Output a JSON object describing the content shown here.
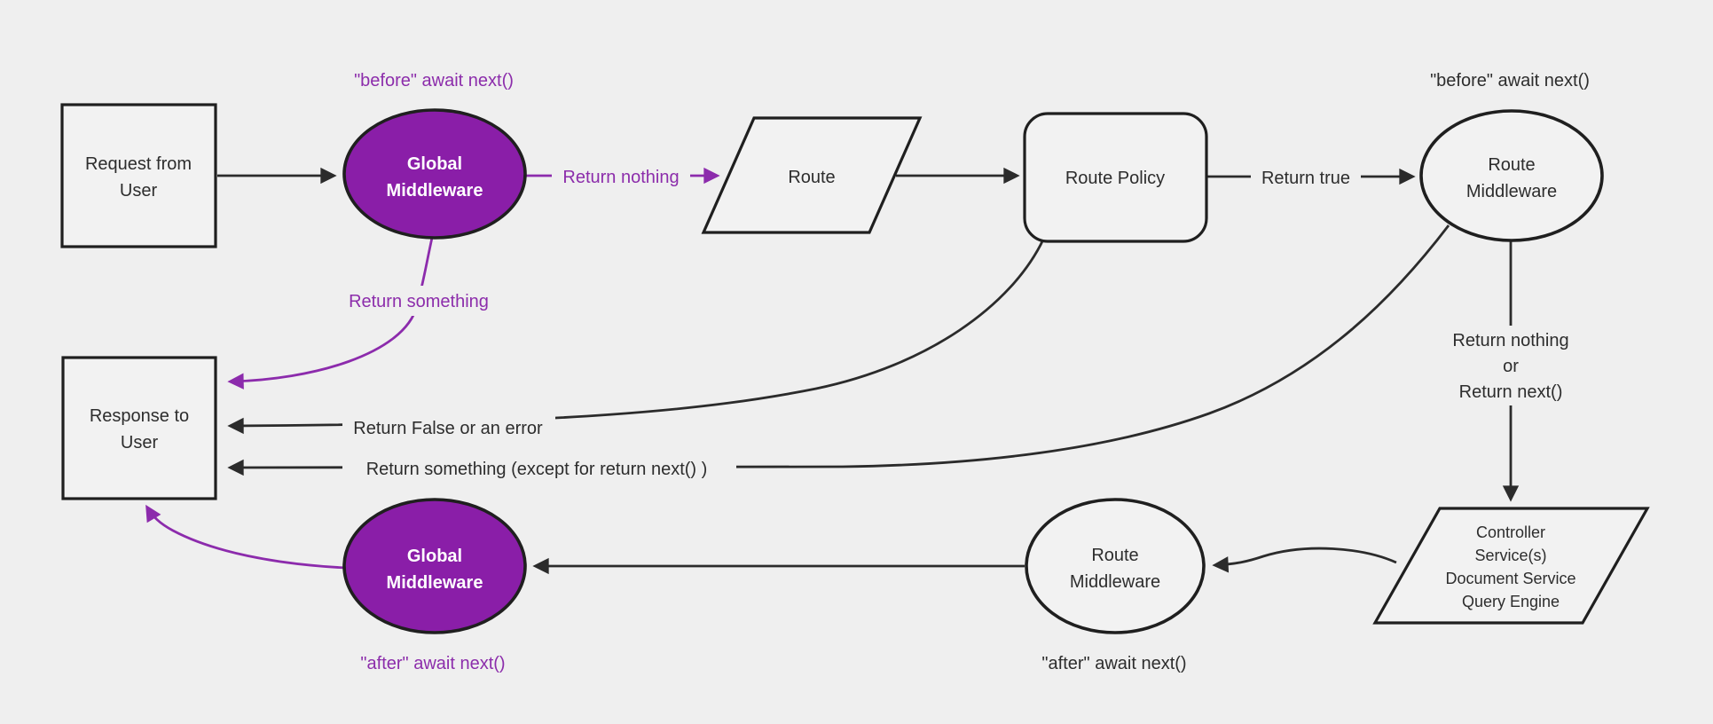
{
  "palette": {
    "background": "#efefef",
    "shape_fill": "#f2f2f2",
    "stroke_black": "#1f1f1f",
    "edge_black": "#2b2b2b",
    "purple_fill": "#8a1ea8",
    "purple_line": "#8c2bac",
    "purple_text": "#8c2dab",
    "node_text": "#2d2d2d",
    "white_text": "#ffffff"
  },
  "nodes": {
    "request": {
      "line1": "Request from",
      "line2": "User"
    },
    "global_middleware_before": {
      "line1": "Global",
      "line2": "Middleware"
    },
    "route": {
      "label": "Route"
    },
    "route_policy": {
      "label": "Route Policy"
    },
    "route_middleware_before": {
      "line1": "Route",
      "line2": "Middleware"
    },
    "controllers": {
      "line1": "Controller",
      "line2": "Service(s)",
      "line3": "Document Service",
      "line4": "Query Engine"
    },
    "route_middleware_after": {
      "line1": "Route",
      "line2": "Middleware"
    },
    "global_middleware_after": {
      "line1": "Global",
      "line2": "Middleware"
    },
    "response": {
      "line1": "Response to",
      "line2": "User"
    }
  },
  "labels": {
    "before_global": "\"before\" await next()",
    "return_nothing": "Return nothing",
    "return_something": "Return something",
    "return_true": "Return true",
    "before_route": "\"before\" await next()",
    "return_branch_line1": "Return nothing",
    "return_branch_line2": "or",
    "return_branch_line3": "Return next()",
    "return_false": "Return False or an error",
    "return_something_except": "Return something (except for return next() )",
    "after_route": "\"after\" await next()",
    "after_global": "\"after\" await next()"
  }
}
